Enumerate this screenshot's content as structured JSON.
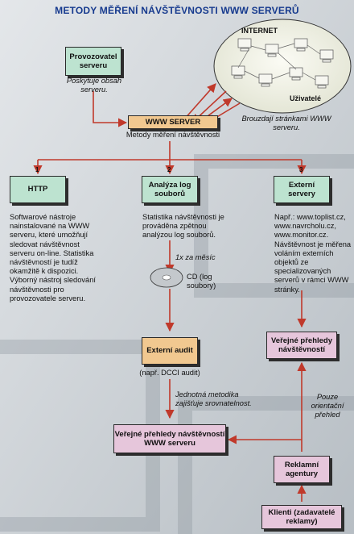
{
  "title": "METODY MĚŘENÍ NÁVŠTĚVNOSTI WWW SERVERŮ",
  "internet": {
    "label": "INTERNET",
    "users": "Uživatelé",
    "caption": "Brouzdají stránkami WWW serveru."
  },
  "provider": {
    "label": "Provozovatel serveru",
    "caption": "Poskytuje obsah serveru."
  },
  "www_server": {
    "label": "WWW SERVER",
    "caption": "Metody měření návštěvnosti"
  },
  "methods": [
    {
      "number": "1",
      "label": "HTTP",
      "description": "Softwarové nástroje nainstalované na WWW serveru, které umožňují sledovat návštěvnost serveru on-line. Statistika návštěvností je tudíž okamžitě k dispozici. Výborný nástroj sledování návštěvnosti pro provozovatele serveru."
    },
    {
      "number": "2",
      "label": "Analýza log souborů",
      "description": "Statistika návštěvnosti je prováděna zpětnou analýzou log souborů."
    },
    {
      "number": "3",
      "label": "Externí servery",
      "description": "Např.: www.toplist.cz, www.navrcholu.cz, www.monitor.cz. Návštěvnost je měřena voláním externích objektů ze specializovaných serverů v rámci WWW stránky."
    }
  ],
  "flow": {
    "monthly": "1x za měsíc",
    "cd_label": "CD (log soubory)",
    "external_audit": "Externí audit",
    "audit_example": "(např. DCCI audit)",
    "uniform_method": "Jednotná metodika zajišťuje srovnatelnost.",
    "public_overview_server": "Veřejné přehledy návštěvností WWW serveru",
    "public_overview": "Veřejné přehledy návštěvností",
    "orientation_only": "Pouze orientační přehled",
    "ad_agencies": "Reklamní agentury",
    "clients": "Klienti (zadavatelé reklamy)"
  },
  "colors": {
    "green": "#bde3d0",
    "orange": "#f1c890",
    "pink": "#e6c6db",
    "arrow": "#c0392b",
    "title": "#163a8e"
  }
}
